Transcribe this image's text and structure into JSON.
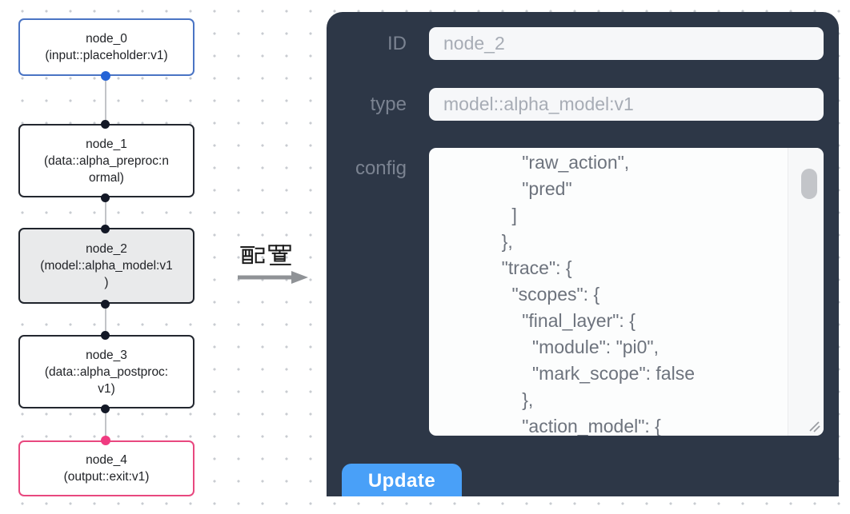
{
  "flow": {
    "nodes": [
      {
        "id": "node_0",
        "title": "node_0",
        "subtitle": "(input::placeholder:v1)",
        "lines": [
          "(input::placeholder:v1)"
        ],
        "accent": "#4a74c4",
        "selected": false
      },
      {
        "id": "node_1",
        "title": "node_1",
        "subtitle": "(data::alpha_preproc:normal)",
        "lines": [
          "(data::alpha_preproc:n",
          "ormal)"
        ],
        "accent": "#23272f",
        "selected": false
      },
      {
        "id": "node_2",
        "title": "node_2",
        "subtitle": "(model::alpha_model:v1)",
        "lines": [
          "(model::alpha_model:v1",
          ")"
        ],
        "accent": "#1f242c",
        "selected": true
      },
      {
        "id": "node_3",
        "title": "node_3",
        "subtitle": "(data::alpha_postproc:v1)",
        "lines": [
          "(data::alpha_postproc:",
          "v1)"
        ],
        "accent": "#23272f",
        "selected": false
      },
      {
        "id": "node_4",
        "title": "node_4",
        "subtitle": "(output::exit:v1)",
        "lines": [
          "(output::exit:v1)"
        ],
        "accent": "#e8487f",
        "selected": false
      }
    ]
  },
  "arrow": {
    "label": "配置"
  },
  "panel": {
    "fields": {
      "id": {
        "label": "ID",
        "value": "node_2"
      },
      "type": {
        "label": "type",
        "value": "model::alpha_model:v1"
      },
      "config": {
        "label": "config",
        "value": "                \"raw_action\",\n                \"pred\"\n              ]\n            },\n            \"trace\": {\n              \"scopes\": {\n                \"final_layer\": {\n                  \"module\": \"pi0\",\n                  \"mark_scope\": false\n                },\n                \"action_model\": {"
      }
    },
    "update_button": "Update"
  },
  "colors": {
    "panel_bg": "#2d3747",
    "accent_blue_node": "#4a74c4",
    "accent_pink_node": "#e8487f",
    "handle_blue": "#2564d6",
    "handle_pink": "#f03b80",
    "button_blue": "#49a0f8",
    "selected_node_bg": "#e9eaeb"
  }
}
